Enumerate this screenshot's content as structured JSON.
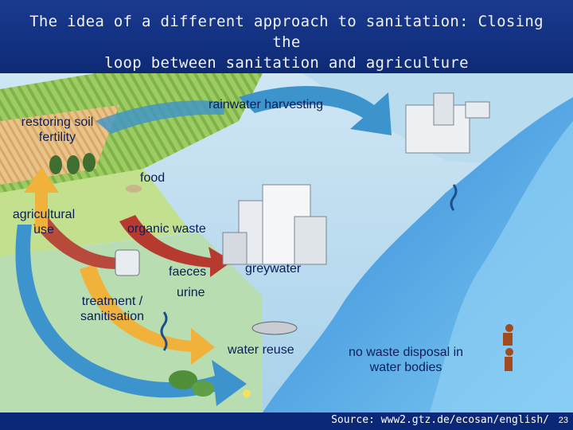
{
  "title": {
    "line1": "The idea of a different approach to sanitation: Closing the",
    "line2": "loop between sanitation and agriculture"
  },
  "labels": {
    "rainwater": "rainwater harvesting",
    "soil_1": "restoring soil",
    "soil_2": "fertility",
    "food": "food",
    "agri_1": "agricultural",
    "agri_2": "use",
    "organic": "organic waste",
    "faeces": "faeces",
    "urine": "urine",
    "greywater": "greywater",
    "treatment_1": "treatment /",
    "treatment_2": "sanitisation",
    "reuse": "water reuse",
    "nowaste_1": "no waste disposal in",
    "nowaste_2": "water bodies"
  },
  "footer": {
    "source": "Source: www2.gtz.de/ecosan/english/",
    "page": "23"
  },
  "colors": {
    "header": "#0e2a76",
    "river": "#4fa9e6",
    "arrow_blue": "#3d93cc",
    "arrow_red": "#b73a30",
    "arrow_yellow": "#f0b23a",
    "field_green": "#8bbf5a"
  }
}
